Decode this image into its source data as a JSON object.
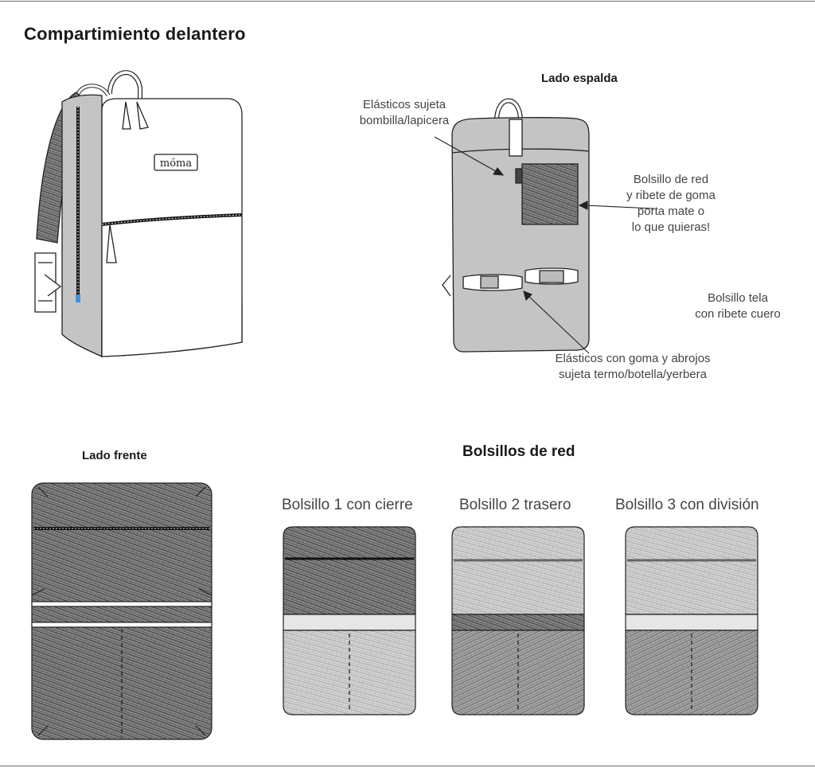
{
  "title": "Compartimiento delantero",
  "back_section": {
    "heading": "Lado espalda",
    "callouts": {
      "elastic_straw": [
        "Elásticos sujeta",
        "bombilla/lapicera"
      ],
      "mesh_pocket": [
        "Bolsillo de red",
        "y ribete de goma",
        "porta mate o",
        "lo que quieras!"
      ],
      "fabric_pocket": [
        "Bolsillo tela",
        "con ribete cuero"
      ],
      "elastic_bottles": [
        "Elásticos con goma y abrojos",
        "sujeta termo/botella/yerbera"
      ]
    }
  },
  "front_section": {
    "heading": "Lado frente"
  },
  "mesh_pockets": {
    "heading": "Bolsillos de red",
    "items": [
      {
        "label": "Bolsillo 1 con cierre"
      },
      {
        "label": "Bolsillo 2 trasero"
      },
      {
        "label": "Bolsillo 3 con división"
      }
    ]
  },
  "logo_text": "móma",
  "colors": {
    "fill_gray": "#c4c4c4",
    "outline": "#222222",
    "mesh_dark": "#555555",
    "mesh_light": "#bdbdbd",
    "accent_tag": "#4a8fd4"
  }
}
